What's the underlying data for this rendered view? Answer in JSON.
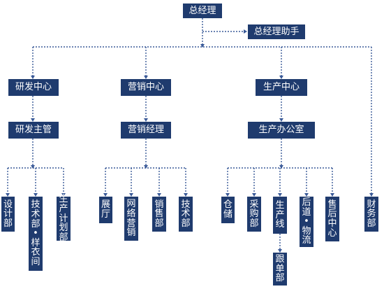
{
  "diagram": {
    "ceo": "总经理",
    "assistant": "总经理助手",
    "rd_center": "研发中心",
    "rd_manager": "研发主管",
    "design_dept": "设计部",
    "tech_dept": "技术部•样衣间",
    "production_plan": "生产计划部",
    "sales_center": "营销中心",
    "sales_manager": "营销经理",
    "showroom": "展厅",
    "online_sales": "网络营销",
    "sales_dept": "销售部",
    "tech_dept2": "技术部",
    "production_center": "生产中心",
    "production_office": "生产办公室",
    "warehouse": "仓储",
    "purchasing": "采购部",
    "production_line": "生产线",
    "follow_up": "跟单部",
    "backstage_logistics": "后道•物流",
    "after_sales": "售后中心",
    "finance": "财务部"
  },
  "colors": {
    "box_fill": "#1f3b6e",
    "connector": "#3a5a98"
  }
}
